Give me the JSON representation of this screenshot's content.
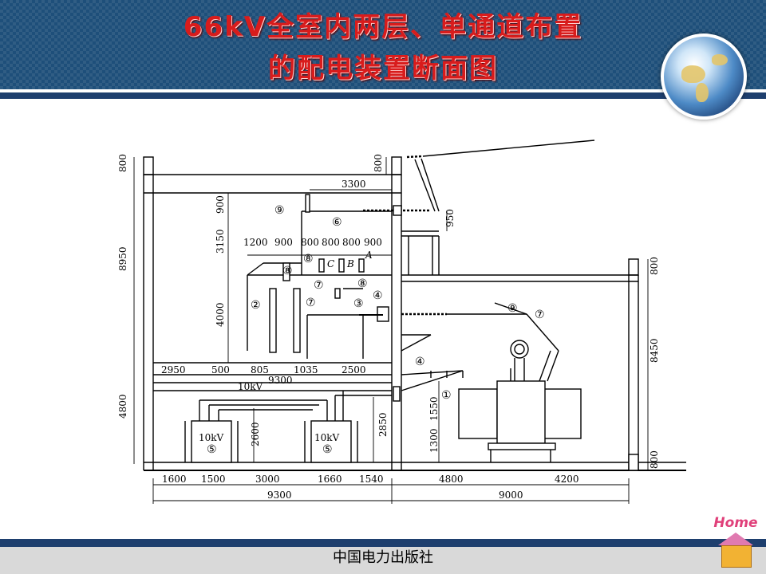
{
  "header": {
    "title_line1": "66kV全室内两层、单通道布置",
    "title_line2": "的配电装置断面图"
  },
  "footer": {
    "publisher": "中国电力出版社",
    "home_label": "Home"
  },
  "diagram": {
    "dims_top": {
      "d3300": "3300",
      "d1200": "1200",
      "d900a": "900",
      "d800a": "800",
      "d800b": "800",
      "d800c": "800",
      "d900b": "900",
      "d950": "950"
    },
    "dims_left": {
      "d800": "800",
      "d8950": "8950",
      "d4800": "4800",
      "d900": "900",
      "d3150": "3150",
      "d4000": "4000",
      "d800r": "800"
    },
    "dims_mid": {
      "d2950": "2950",
      "d500": "500",
      "d805": "805",
      "d1035": "1035",
      "d2500": "2500",
      "d9300": "9300",
      "d2600": "2600",
      "d2850": "2850",
      "d1550": "1550",
      "d1300": "1300"
    },
    "dims_right": {
      "d800top": "800",
      "d8450": "8450",
      "d800bot": "800"
    },
    "dims_bottom": {
      "b1600": "1600",
      "b1500": "1500",
      "b3000": "3000",
      "b1660": "1660",
      "b1540": "1540",
      "b4800": "4800",
      "b4200": "4200",
      "b9300": "9300",
      "b9000": "9000"
    },
    "labels": {
      "kv10a": "10kV",
      "kv10b": "10kV",
      "kv10c": "10kV",
      "phaseA": "A",
      "phaseB": "B",
      "phaseC": "C"
    },
    "markers": {
      "m1": "①",
      "m2": "②",
      "m3": "③",
      "m4a": "④",
      "m4b": "④",
      "m5a": "⑤",
      "m5b": "⑤",
      "m6": "⑥",
      "m7a": "⑦",
      "m7b": "⑦",
      "m7c": "⑦",
      "m8a": "⑧",
      "m8b": "⑧",
      "m8c": "⑧",
      "m9a": "⑨",
      "m9b": "⑨"
    }
  }
}
